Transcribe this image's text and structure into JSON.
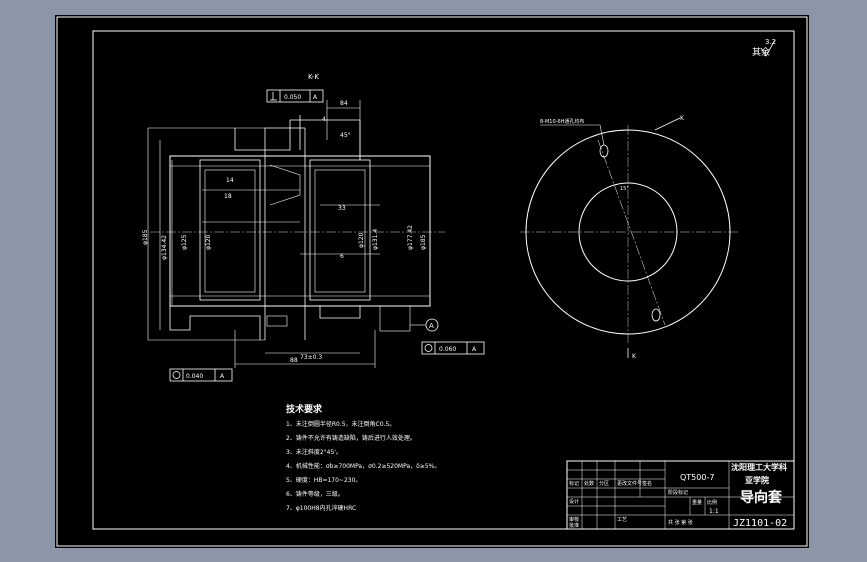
{
  "drawing": {
    "section_label": "K-K",
    "surface_finish_note": "其余",
    "surface_finish_value": "3.2",
    "datum_label": "A",
    "top_tolerance": "0.050",
    "bottom_left_tolerance": "0.040",
    "bottom_right_tolerance": "0.060",
    "dim_84": "84",
    "dim_4": "4",
    "dim_45deg": "45°",
    "dim_14": "14",
    "dim_18": "18",
    "dim_33": "33",
    "dim_6": "6",
    "dim_73": "73±0.3",
    "dim_88": "88",
    "dia_left_1": "φ185",
    "dia_left_2": "φ134.42",
    "dia_left_3": "φ125",
    "dia_left_4": "φ120",
    "dia_right_1": "φ120",
    "dia_right_2": "φ131.4",
    "dia_right_3": "φ177.42",
    "dia_right_4": "φ185",
    "hole_note": "8-M10-6H通孔均布",
    "angle_note": "15°",
    "view_marker_k": "K",
    "view_marker_k2": "K"
  },
  "tech": {
    "title": "技术要求",
    "items": [
      "1、未注倒圆半径R0.5，未注倒角C0.5。",
      "2、铸件不允许有铸造缺陷，铸后进行人效处理。",
      "3、未注斜度2°45'。",
      "4、机械性能：σb≥700MPa，σ0.2≥520MPa，δ≥5%。",
      "5、硬度：HB=170~230。",
      "6、铸件等级，三级。",
      "7、φ100H8内孔淬硬HRC"
    ]
  },
  "title_block": {
    "material": "QT500-7",
    "school": "沈阳理工大学科",
    "school2": "亚学院",
    "part_name": "导向套",
    "drawing_no": "JZ1101-02",
    "ratio": "1:1",
    "row_labels": [
      "标记",
      "处数",
      "分区",
      "更改文件号",
      "签名",
      "年月日"
    ],
    "designer": "设计",
    "checker": "审核",
    "craft": "工艺",
    "approve": "批准",
    "stage_label": "阶段标记",
    "weight_label": "重量",
    "scale_label": "比例",
    "sheet_label": "共  张 第  张"
  }
}
